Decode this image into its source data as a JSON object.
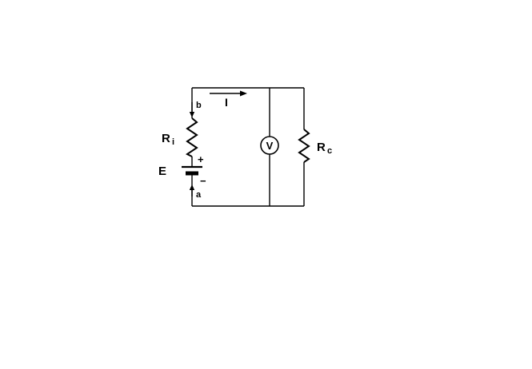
{
  "diagram": {
    "type": "electrical-circuit",
    "labels": {
      "internal_resistance_main": "R",
      "internal_resistance_sub": "i",
      "emf": "E",
      "load_resistance_main": "R",
      "load_resistance_sub": "c",
      "voltmeter": "V",
      "current": "I",
      "node_a": "a",
      "node_b": "b",
      "battery_positive": "+",
      "battery_negative": "−"
    },
    "colors": {
      "wire": "#000000",
      "background": "#ffffff"
    }
  }
}
